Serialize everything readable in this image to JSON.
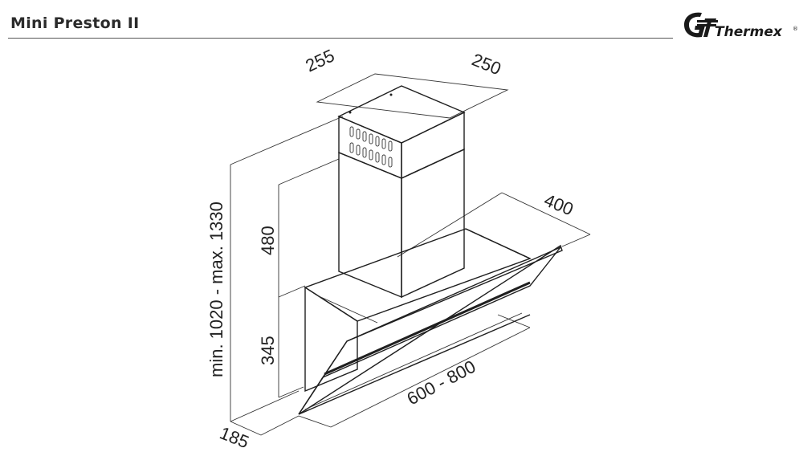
{
  "header": {
    "title": "Mini Preston II",
    "brand": "Thermex",
    "brand_mark": "®"
  },
  "dimensions": {
    "chimney_top_depth": "255",
    "chimney_top_width": "250",
    "hood_depth": "400",
    "total_height": "min. 1020 - max. 1330",
    "chimney_height": "480",
    "hood_height": "345",
    "hood_width": "600 - 800",
    "base_depth": "185"
  },
  "colors": {
    "line": "#1f1f1f",
    "text": "#222222",
    "brand": "#1a1a1a"
  }
}
